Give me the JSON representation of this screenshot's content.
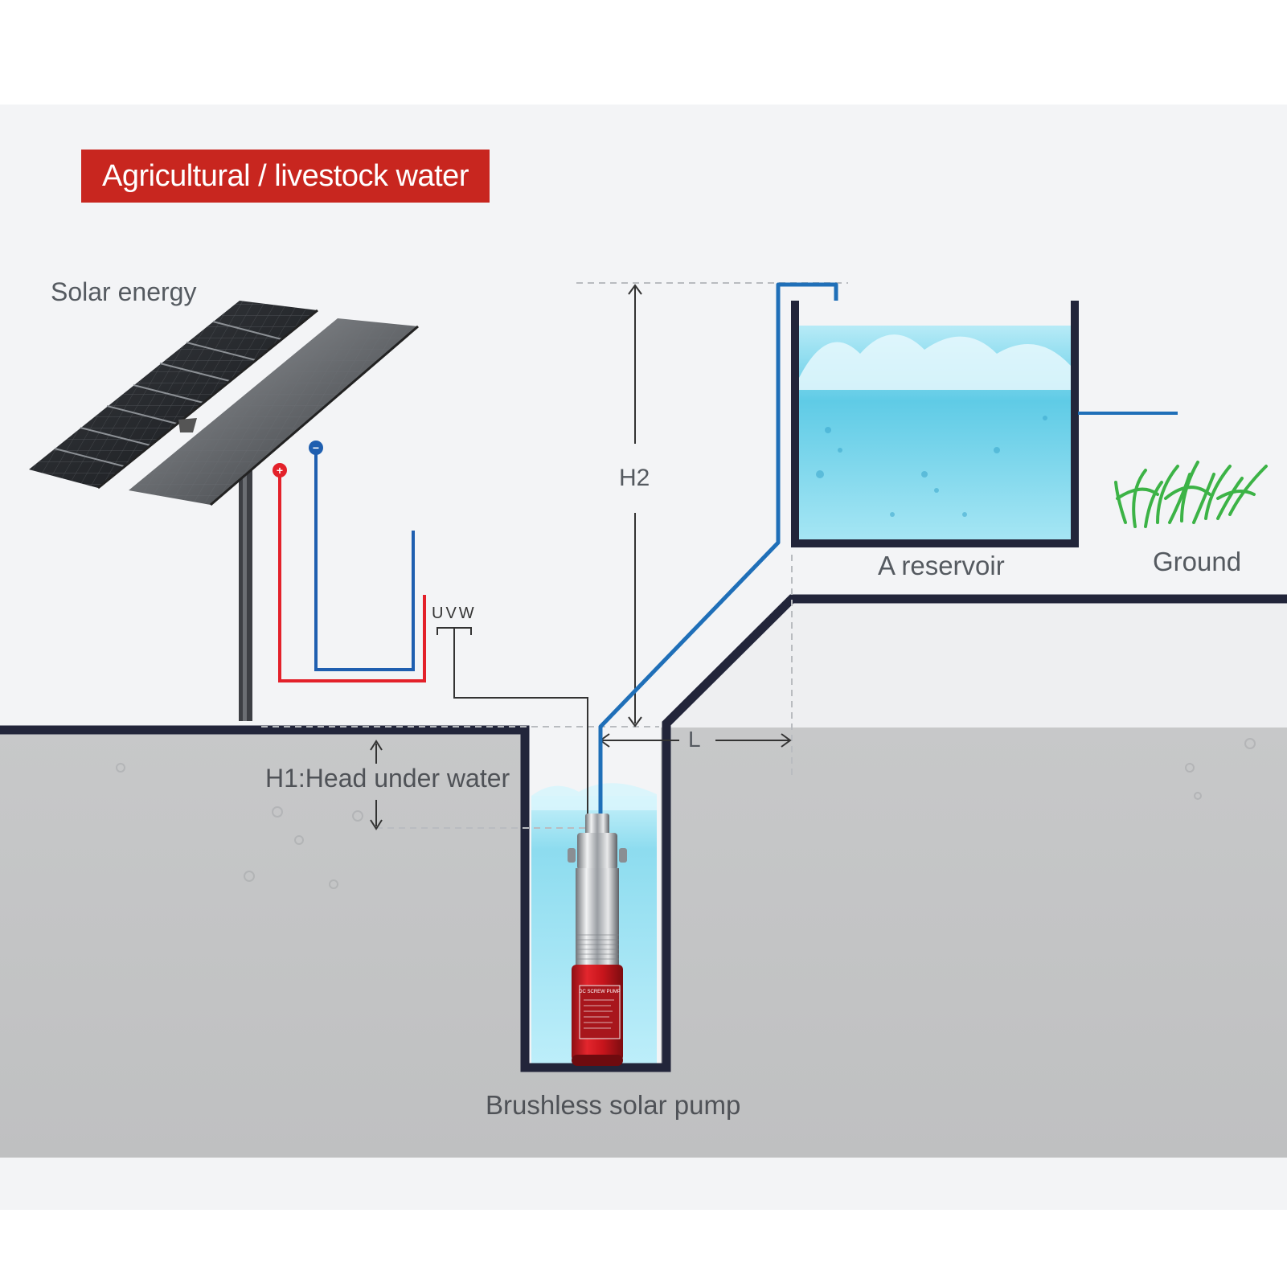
{
  "title": "Agricultural / livestock water",
  "labels": {
    "solar_energy": "Solar energy",
    "h2": "H2",
    "reservoir": "A reservoir",
    "ground": "Ground",
    "uvw": "UVW",
    "l": "L",
    "h1": "H1:Head under water",
    "pump": "Brushless solar pump"
  },
  "wire_terminals": {
    "positive": "+",
    "negative": "−"
  },
  "pump_label": "DC SCREW PUMP",
  "colors": {
    "title_bg": "#c8261f",
    "pipe": "#1f6fb8",
    "positive_wire": "#e3212a",
    "negative_wire": "#1f5fb0",
    "water": "#7fd6ea",
    "ground": "#c3c4c5",
    "sky": "#f3f4f6",
    "outline": "#22253a",
    "grass": "#3cb346"
  },
  "icons": [
    "solar-panel-icon",
    "grass-icon",
    "pump-icon",
    "water-bubbles-icon"
  ]
}
